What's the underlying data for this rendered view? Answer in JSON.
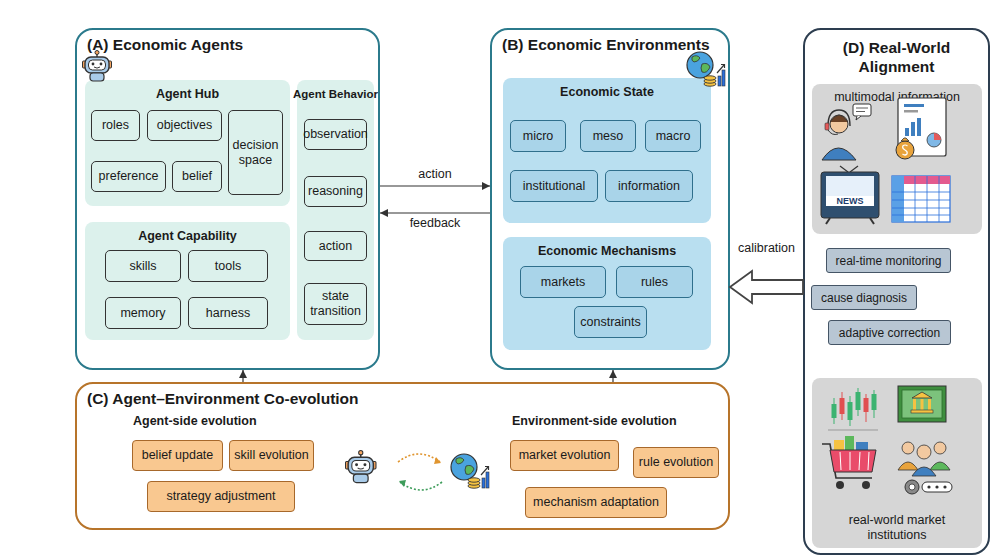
{
  "diagram": {
    "nodes": [
      {
        "text": [
          "(A) Economic Agents"
        ]
      },
      {
        "text": [
          "Agent Hub"
        ],
        "in": 0
      },
      {
        "text": [
          "roles"
        ],
        "in": 1
      },
      {
        "text": [
          "objectives"
        ],
        "in": 1
      },
      {
        "text": [
          "decision space"
        ],
        "in": 1
      },
      {
        "text": [
          "preference"
        ],
        "in": 1
      },
      {
        "text": [
          "belief"
        ],
        "in": 1
      },
      {
        "text": [
          "Agent Capability"
        ],
        "in": 0
      },
      {
        "text": [
          "skills"
        ],
        "in": 7
      },
      {
        "text": [
          "tools"
        ],
        "in": 7
      },
      {
        "text": [
          "memory"
        ],
        "in": 7
      },
      {
        "text": [
          "harness"
        ],
        "in": 7
      },
      {
        "text": [
          "Agent Behavior"
        ],
        "in": 0
      },
      {
        "text": [
          "observation"
        ],
        "in": 12
      },
      {
        "text": [
          "reasoning"
        ],
        "in": 12
      },
      {
        "text": [
          "action"
        ],
        "in": 12
      },
      {
        "text": [
          "state transition"
        ],
        "in": 12
      },
      {
        "text": [
          "(B) Economic Environments"
        ]
      },
      {
        "text": [
          "Economic State"
        ],
        "in": 17
      },
      {
        "text": [
          "micro"
        ],
        "in": 18
      },
      {
        "text": [
          "meso"
        ],
        "in": 18
      },
      {
        "text": [
          "macro"
        ],
        "in": 18
      },
      {
        "text": [
          "institutional"
        ],
        "in": 18
      },
      {
        "text": [
          "information"
        ],
        "in": 18
      },
      {
        "text": [
          "Economic Mechanisms"
        ],
        "in": 17
      },
      {
        "text": [
          "markets"
        ],
        "in": 24
      },
      {
        "text": [
          "rules"
        ],
        "in": 24
      },
      {
        "text": [
          "constraints"
        ],
        "in": 24
      },
      {
        "text": [
          "(C) Agent–Environment Co-evolution"
        ]
      },
      {
        "text": [
          "belief update"
        ],
        "in": 28
      },
      {
        "text": [
          "skill evolution"
        ],
        "in": 28
      },
      {
        "text": [
          "strategy adjustment"
        ],
        "in": 28
      },
      {
        "text": [
          "market evolution"
        ],
        "in": 28
      },
      {
        "text": [
          "rule evolution"
        ],
        "in": 28
      },
      {
        "text": [
          "mechanism adaptation"
        ],
        "in": 28
      },
      {
        "text": [
          "(D) Real-World Alignment"
        ]
      },
      {
        "text": [
          "multimodal information"
        ],
        "in": 35
      },
      {
        "text": [
          "real-time monitoring"
        ],
        "in": 35
      },
      {
        "text": [
          "cause diagnosis"
        ],
        "in": 35
      },
      {
        "text": [
          "adaptive correction"
        ],
        "in": 35
      },
      {
        "text": [
          "real-world market institutions"
        ],
        "in": 35
      }
    ],
    "edges": [
      {
        "from": 0,
        "to": 17,
        "label": "action",
        "arrow": "to"
      },
      {
        "from": 17,
        "to": 0,
        "label": "feedback",
        "arrow": "to"
      },
      {
        "from": 28,
        "to": 0,
        "arrow": "to"
      },
      {
        "from": 28,
        "to": 17,
        "arrow": "to"
      },
      {
        "from": 35,
        "to": 17,
        "label": "calibration",
        "arrow": "to"
      }
    ],
    "labels": [
      "Agent-side evolution",
      "Environment-side evolution",
      "NEWS"
    ]
  }
}
